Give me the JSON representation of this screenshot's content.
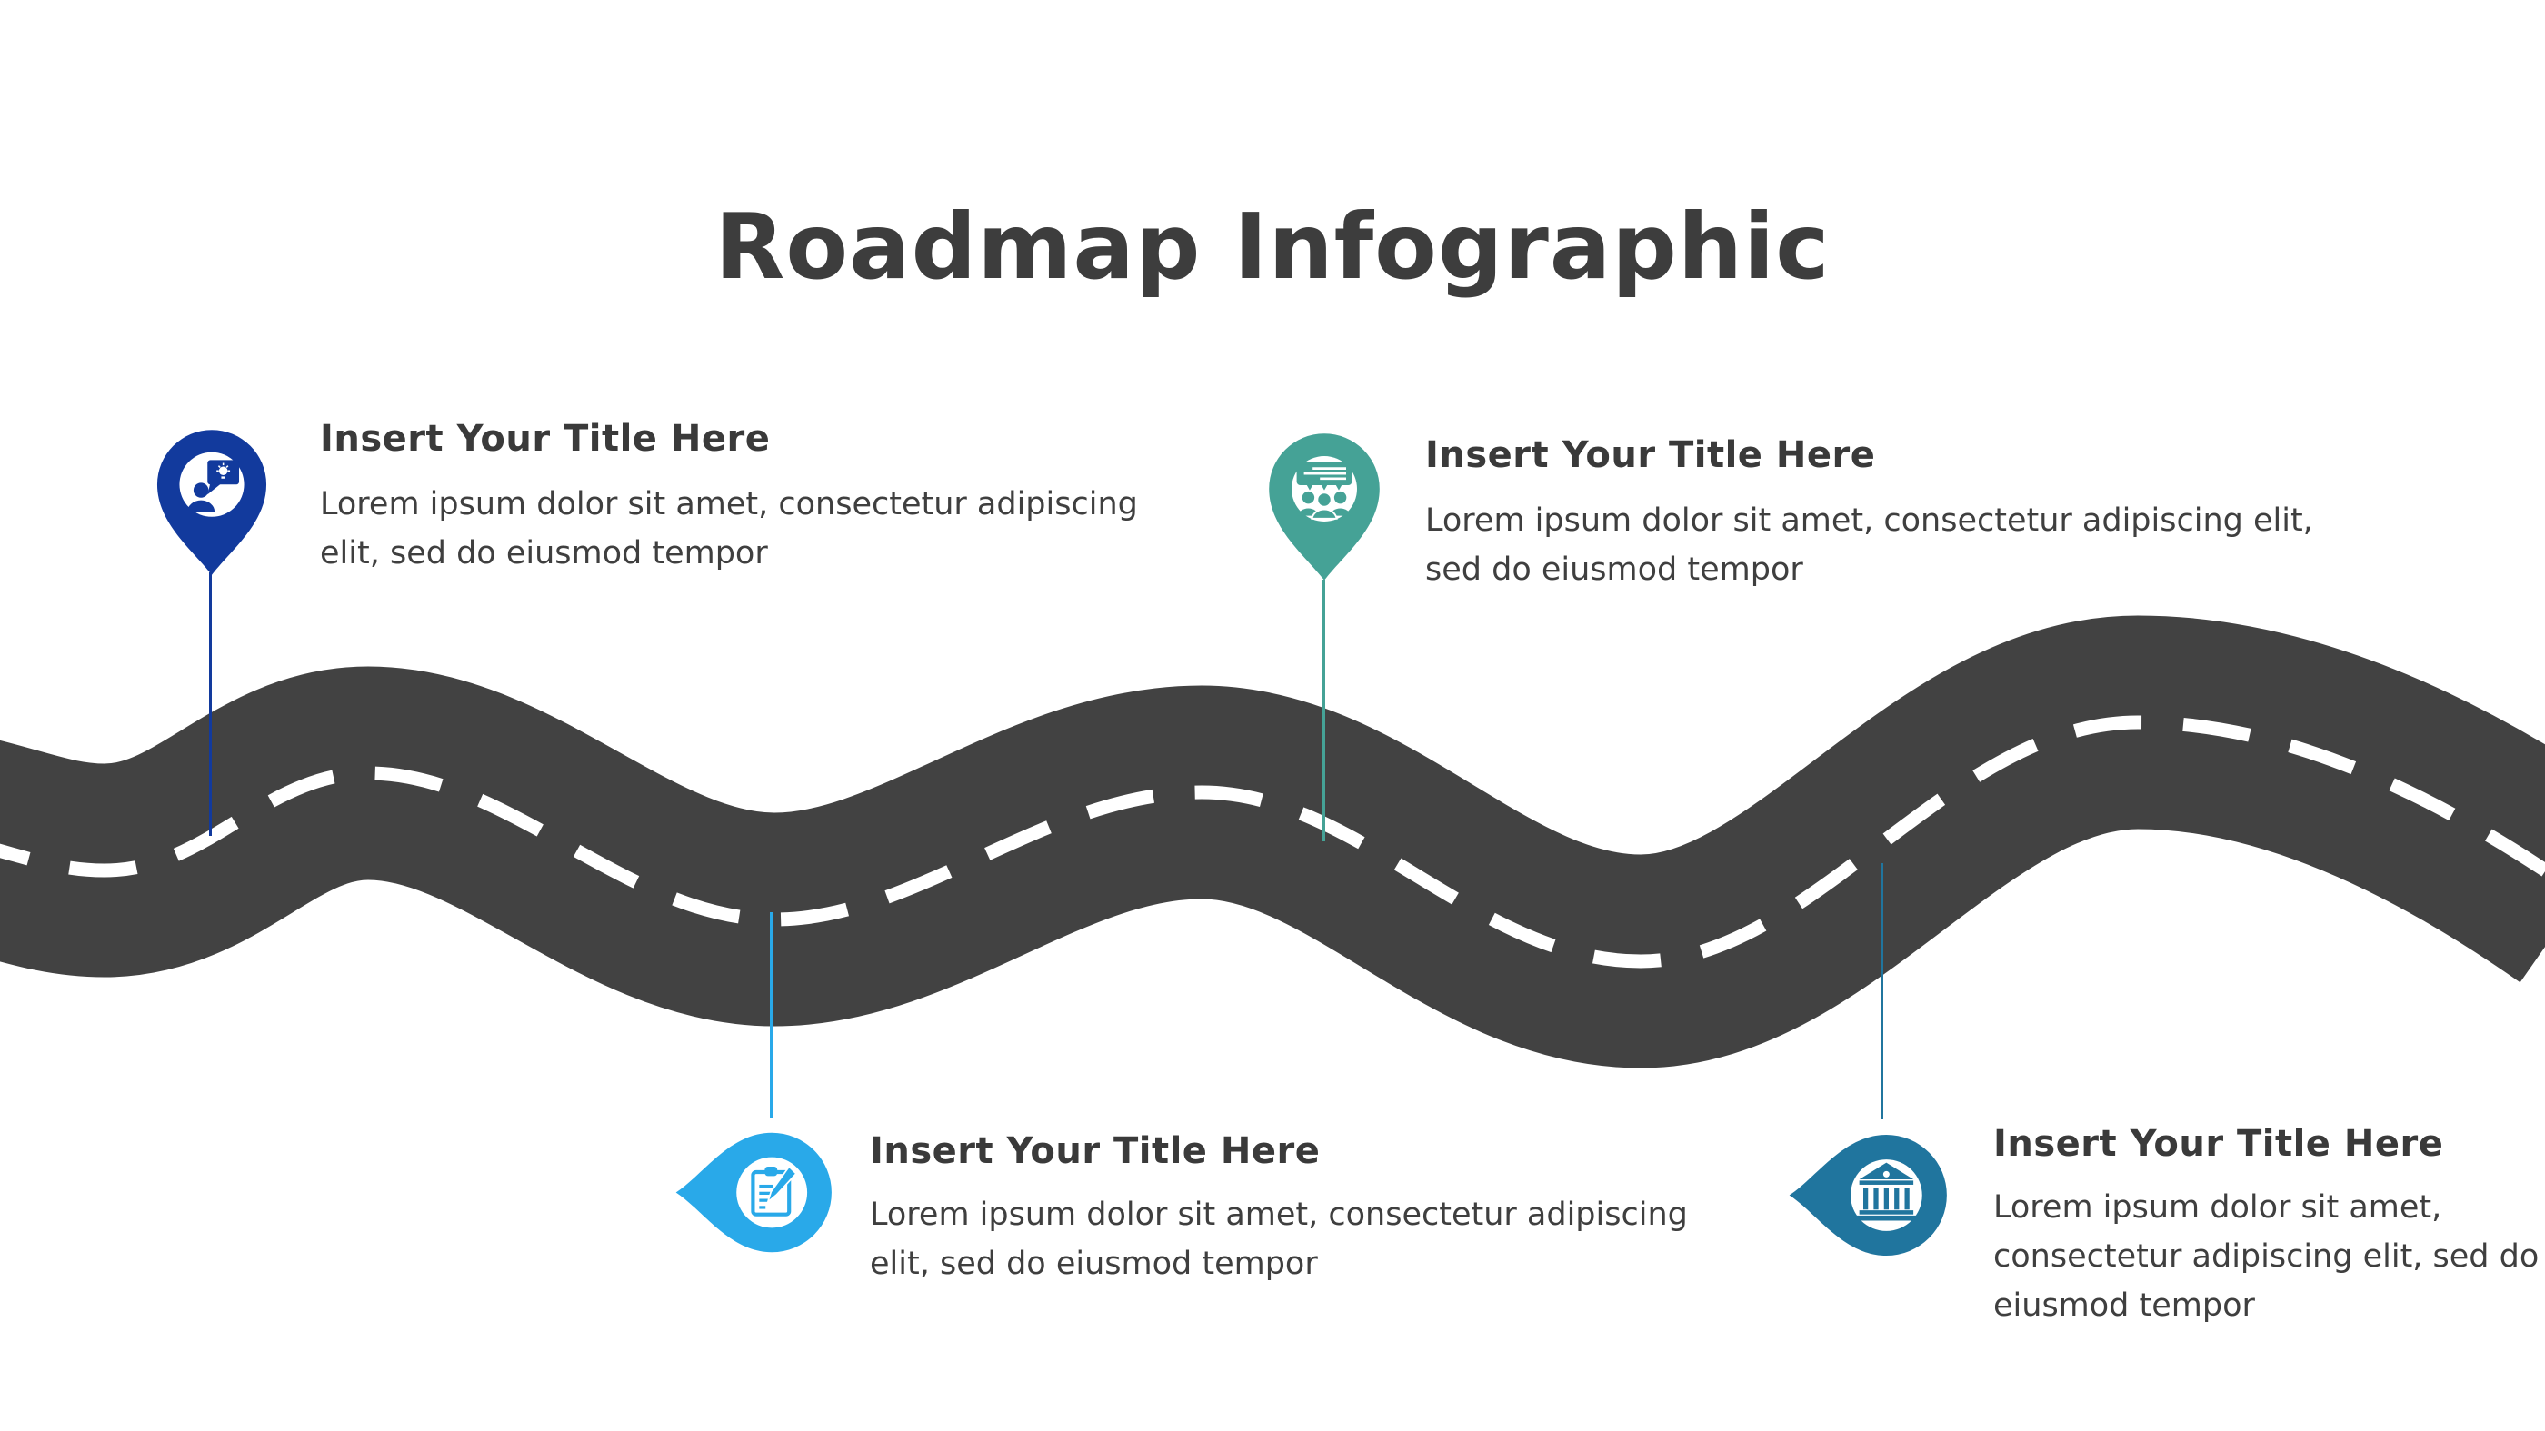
{
  "page": {
    "title": "Roadmap Infographic",
    "background": "#ffffff"
  },
  "colors": {
    "road": "#424242",
    "road_dash": "#ffffff",
    "heading": "#3d3d3d",
    "body_text": "#3f3f3f"
  },
  "milestones": [
    {
      "title": "Insert Your Title Here",
      "description": "Lorem ipsum dolor sit amet, consectetur adipiscing elit, sed do eiusmod tempor",
      "accent": "#123A9D",
      "icon": "person-idea-icon",
      "pin_direction": "down"
    },
    {
      "title": "Insert Your Title Here",
      "description": "Lorem ipsum dolor sit amet, consectetur adipiscing elit, sed do eiusmod tempor",
      "accent": "#45A296",
      "icon": "presentation-audience-icon",
      "pin_direction": "down"
    },
    {
      "title": "Insert Your Title Here",
      "description": "Lorem ipsum dolor sit amet, consectetur adipiscing elit, sed do eiusmod tempor",
      "accent": "#29A9E9",
      "icon": "clipboard-pencil-icon",
      "pin_direction": "left"
    },
    {
      "title": "Insert Your Title Here",
      "description": "Lorem ipsum dolor sit amet, consectetur adipiscing elit, sed do eiusmod tempor",
      "accent": "#20759E",
      "icon": "bank-building-icon",
      "pin_direction": "left"
    }
  ]
}
